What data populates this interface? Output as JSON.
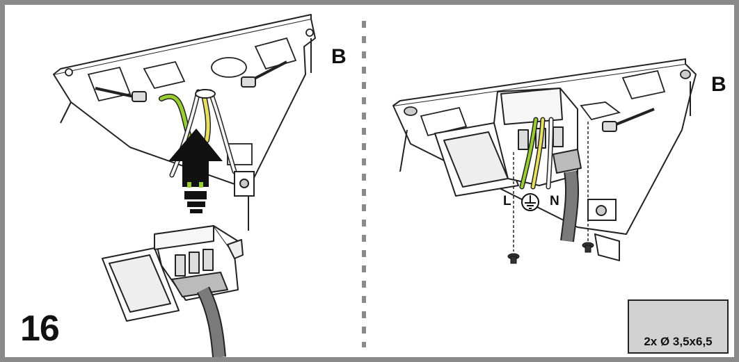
{
  "step": {
    "number": "16"
  },
  "labels": {
    "bracket_left": "B",
    "bracket_right": "B",
    "live": "L",
    "neutral": "N"
  },
  "icons": {
    "ground": "earth-ground-symbol",
    "arrow": "insert-up-arrow",
    "screw": "pan-head-screw"
  },
  "hardware": {
    "screw_spec": "2x Ø 3,5x6,5"
  },
  "colors": {
    "frame": "#8a8a8a",
    "wire_green": "#9acd32",
    "wire_yellow": "#e8e060",
    "cable_grey": "#7a7a7a",
    "screw_box_bg": "#d2d2d2"
  }
}
